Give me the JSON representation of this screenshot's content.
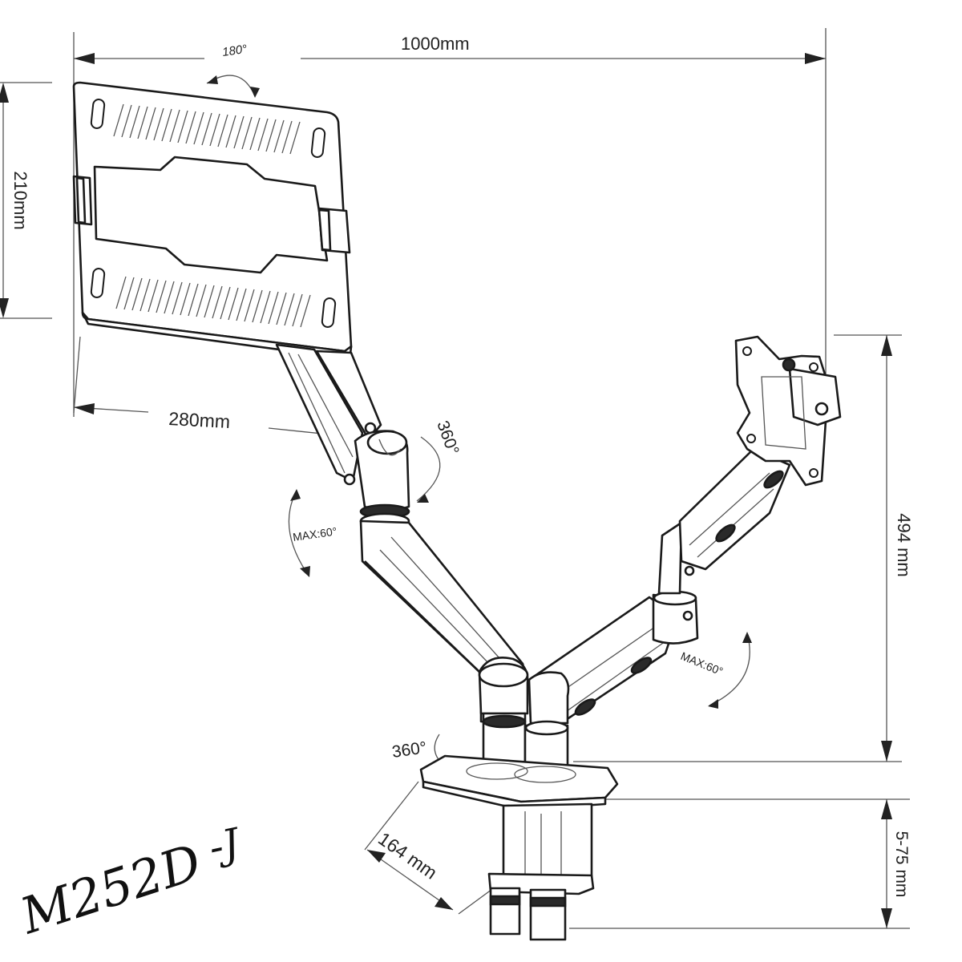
{
  "dimensions": {
    "total_width": "1000mm",
    "tray_height": "210mm",
    "tray_reach": "280mm",
    "arm_height": "494 mm",
    "clamp_thickness": "5-75 mm",
    "base_depth": "164 mm"
  },
  "rotations": {
    "tray_tilt": "180°",
    "tray_swivel": "360°",
    "left_arm_tilt": "MAX:60°",
    "right_arm_tilt": "MAX:60°",
    "base_swivel": "360°"
  },
  "model": {
    "code": "M252D",
    "suffix": "-J"
  },
  "colors": {
    "ink": "#1a1a1a",
    "paper": "#ffffff"
  }
}
